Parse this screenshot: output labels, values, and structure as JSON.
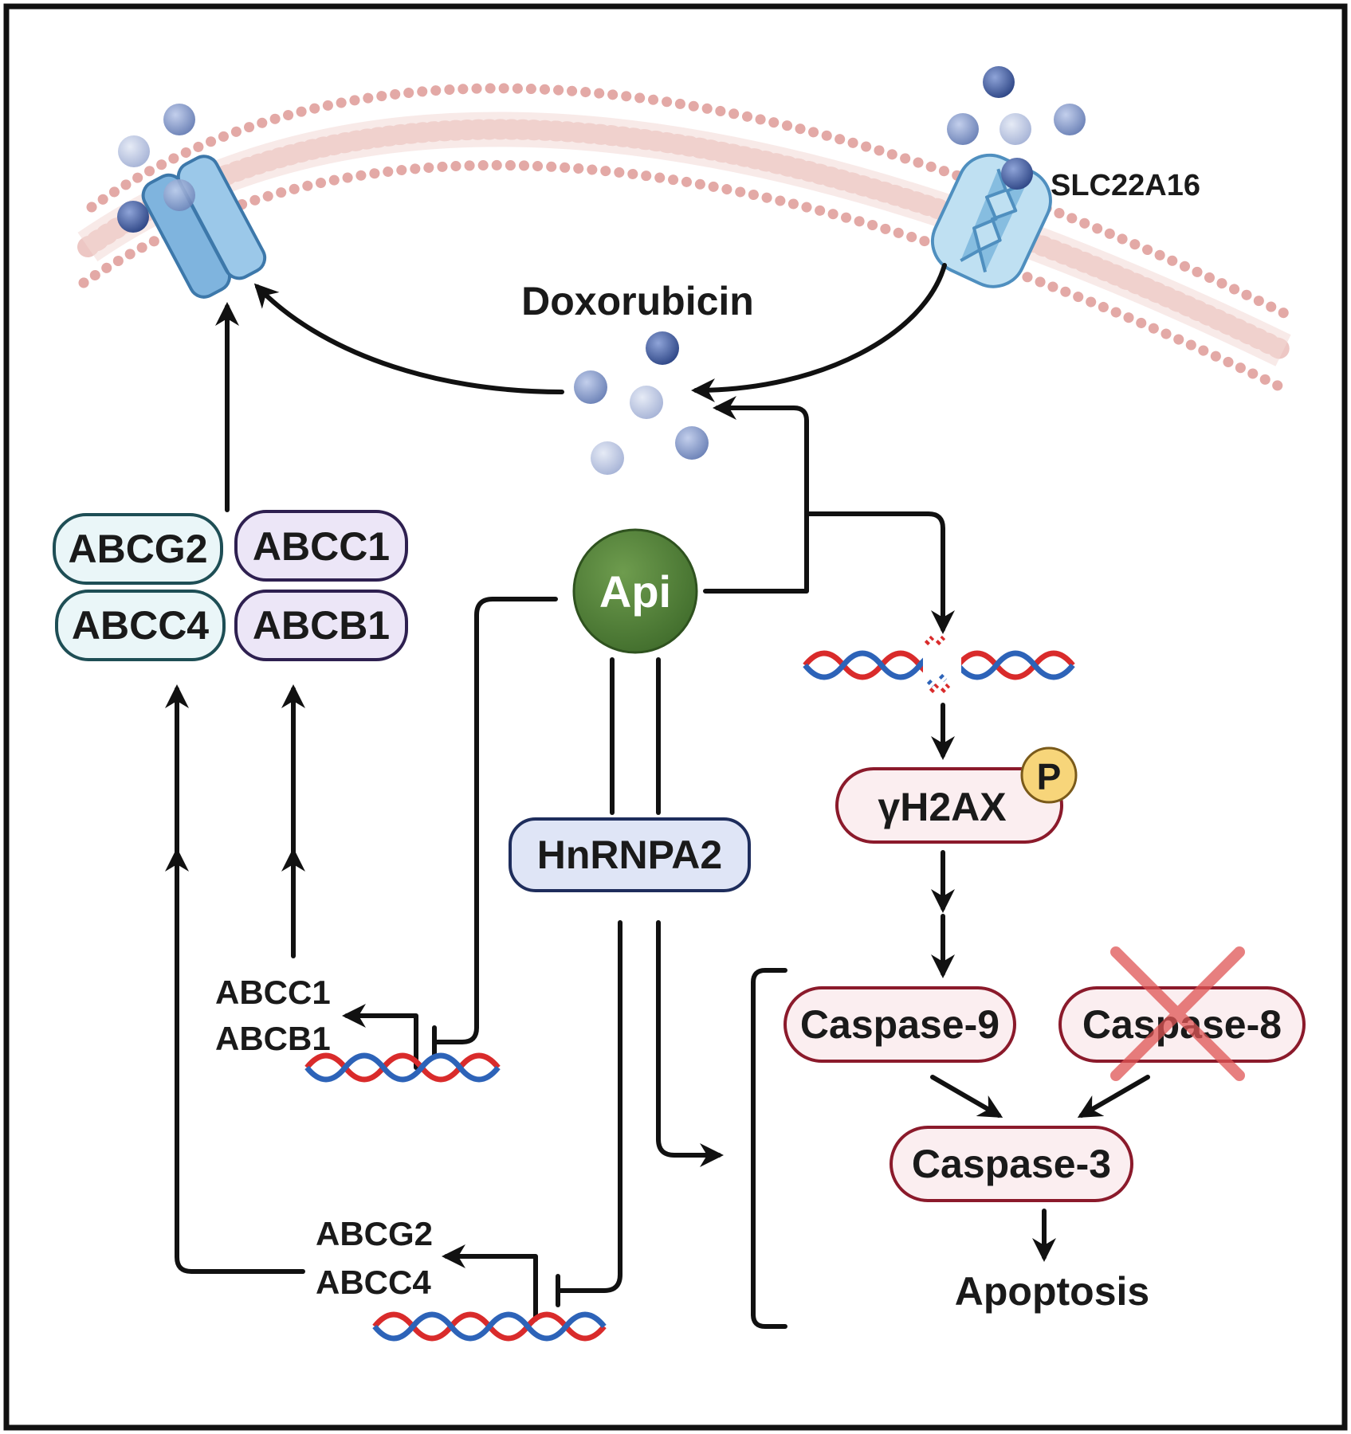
{
  "drug": {
    "label": "Doxorubicin"
  },
  "importer": {
    "label": "SLC22A16"
  },
  "api": {
    "label": "Api"
  },
  "hnrnpa2": {
    "label": "HnRNPA2"
  },
  "transporters": {
    "abcg2": "ABCG2",
    "abcc1": "ABCC1",
    "abcc4": "ABCC4",
    "abcb1": "ABCB1"
  },
  "genes": {
    "upper_line1": "ABCC1",
    "upper_line2": "ABCB1",
    "lower_line1": "ABCG2",
    "lower_line2": "ABCC4"
  },
  "dna_damage": {
    "marker": "γH2AX",
    "phospho": "P"
  },
  "caspases": {
    "c9": "Caspase-9",
    "c8": "Caspase-8",
    "c3": "Caspase-3",
    "c8_status": "blocked"
  },
  "outcome": {
    "label": "Apoptosis"
  },
  "colors": {
    "api_green": "#4a7a34",
    "drug_dark": "#3c5595",
    "drug_mid": "#7d92c2",
    "drug_light": "#b9c4e0",
    "transporter_blue": "#8fc2e6",
    "abcg_fill": "#eaf6f8",
    "abcc_fill": "#ece6f7",
    "hnrnpa2_fill": "#dfe5f6",
    "caspase_fill": "#fbeef0",
    "caspase_border": "#8b1a2b",
    "phospho_fill": "#f7d57a",
    "cross_red": "#e05555",
    "dna_red": "#d92b2b",
    "dna_blue": "#2d63b8",
    "membrane_pink": "#e8b3b0"
  }
}
